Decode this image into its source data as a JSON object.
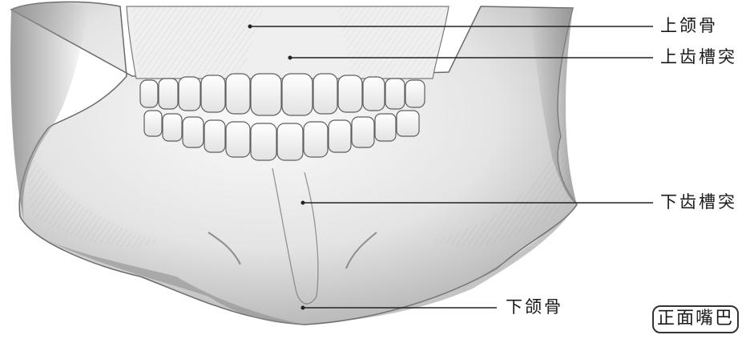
{
  "labels": {
    "maxilla": "上颌骨",
    "upper_alveolar": "上齿槽突",
    "lower_alveolar": "下齿槽突",
    "mandible": "下颌骨"
  },
  "badge": "正面嘴巴",
  "colors": {
    "bone_fill": "#ededed",
    "bone_shade": "#9a9a9a",
    "pencil_stroke": "#555555",
    "leader_line": "#222222"
  }
}
